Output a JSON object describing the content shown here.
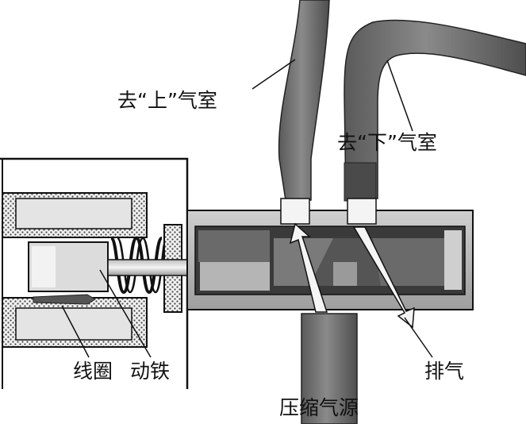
{
  "labels": {
    "to_upper_chamber": "去“上”气室",
    "to_lower_chamber": "去“下”气室",
    "coil": "线圈",
    "armature": "动铁",
    "exhaust": "排气",
    "compressed_air_source": "压缩气源"
  },
  "colors": {
    "background": "#ffffff",
    "hose": "#6e6e6e",
    "hose_light": "#9a9a9a",
    "valve_body": "#d9d9d9",
    "valve_dark": "#2e2e2e",
    "coil_fill": "#e6e6e6",
    "coil_hatch": "#555555",
    "arrow": "#f2f2f2",
    "line": "#111111"
  }
}
